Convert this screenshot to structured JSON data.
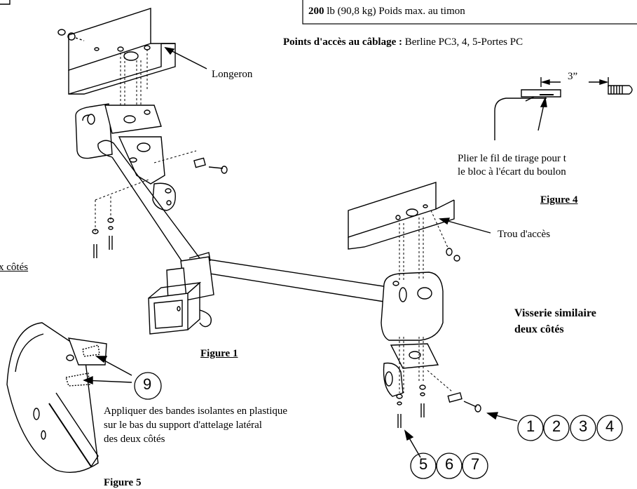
{
  "spec_box": {
    "weight_bold": "200",
    "weight_rest": "lb (90,8 kg) Poids max. au timon"
  },
  "wiring": {
    "label_bold": "Points d'accès au câblage :",
    "label_rest": "Berline PC3, 4, 5-Portes PC"
  },
  "labels": {
    "longeron": "Longeron",
    "trou_acces": "Trou d'accès",
    "dimension": "3”",
    "left_fragment": "x côtés"
  },
  "figure4": {
    "caption": "Figure 4",
    "note_line1": "Plier le fil de tirage pour t",
    "note_line2": "le bloc à l'écart du boulon"
  },
  "figure1": {
    "caption": "Figure 1"
  },
  "figure5": {
    "caption_partial": "Figure 5"
  },
  "hardware_note": {
    "line1": "Visserie similaire",
    "line2": "deux côtés"
  },
  "tape_note": {
    "line1": "Appliquer des bandes isolantes en plastique",
    "line2": "sur le bas du support d'attelage latéral",
    "line3": "des deux côtés"
  },
  "callouts": {
    "c9": "9",
    "c1": "1",
    "c2": "2",
    "c3": "3",
    "c4": "4",
    "c5": "5",
    "c6": "6",
    "c7": "7"
  }
}
